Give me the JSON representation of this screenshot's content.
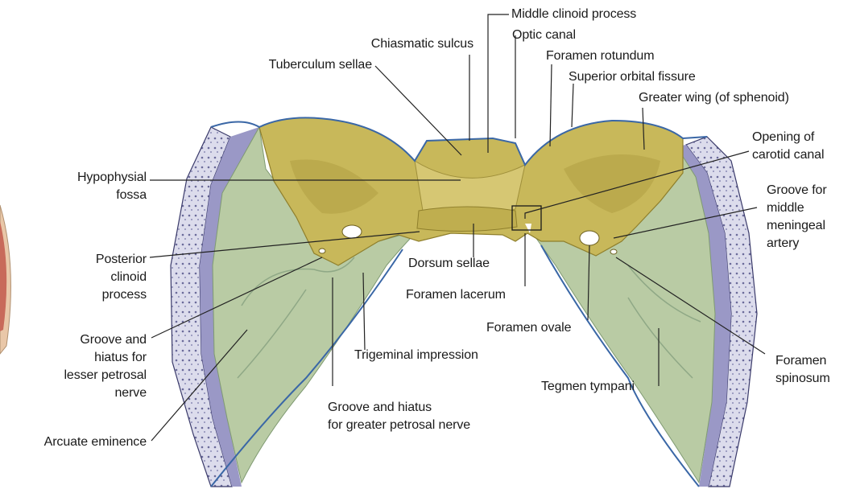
{
  "labels": {
    "middle_clinoid_process": "Middle clinoid process",
    "optic_canal": "Optic canal",
    "chiasmatic_sulcus": "Chiasmatic sulcus",
    "foramen_rotundum": "Foramen rotundum",
    "tuberculum_sellae": "Tuberculum sellae",
    "superior_orbital_fissure": "Superior orbital fissure",
    "greater_wing": "Greater wing (of sphenoid)",
    "opening_of_carotid_canal": "Opening of\ncarotid canal",
    "hypophysial_fossa": "Hypophysial\nfossa",
    "groove_for_middle_meningeal_artery": "Groove for\nmiddle\nmeningeal\nartery",
    "posterior_clinoid_process": "Posterior\nclinoid\nprocess",
    "dorsum_sellae": "Dorsum sellae",
    "foramen_lacerum": "Foramen lacerum",
    "foramen_ovale": "Foramen ovale",
    "groove_and_hiatus_lesser": "Groove and\nhiatus for\nlesser petrosal\nnerve",
    "trigeminal_impression": "Trigeminal impression",
    "foramen_spinosum": "Foramen\nspinosum",
    "tegmen_tympani": "Tegmen tympani",
    "groove_and_hiatus_greater": "Groove and hiatus\nfor greater petrosal nerve",
    "arcuate_eminence": "Arcuate eminence"
  },
  "colors": {
    "sphenoid": "#c8b85a",
    "sphenoid_dark": "#8f7f2c",
    "temporal": "#b9cba4",
    "temporal_dark": "#7f9a72",
    "parietal": "#9a98c6",
    "outline": "#3a67a6",
    "leader_line": "#222222"
  }
}
